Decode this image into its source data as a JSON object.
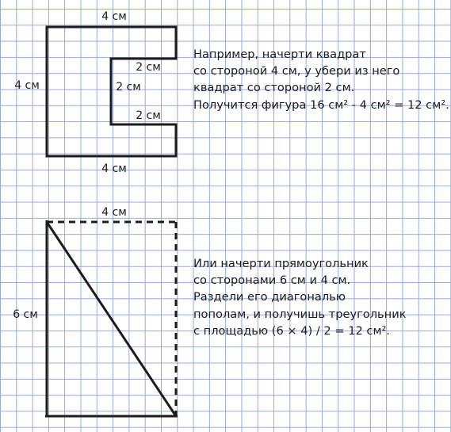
{
  "figure1": {
    "label_top": "4 см",
    "label_left": "4 см",
    "label_bottom": "4 см",
    "label_inner_top": "2 см",
    "label_inner_side": "2 см",
    "label_inner_bottom": "2 см"
  },
  "figure2": {
    "label_top": "4 см",
    "label_left": "6 см"
  },
  "note1": {
    "lines": [
      "Например, начерти квадрат",
      "со стороной 4 см, у убери из него",
      "квадрат со стороной 2 см.",
      "Получится фигура 16 см² - 4 см² = 12 см²."
    ]
  },
  "note2": {
    "lines": [
      "Или начерти прямоугольник",
      "со сторонами 6 см и 4 см.",
      "Раздели его диагональю",
      "пополам, и получишь треугольник",
      "с площадью (6 × 4) / 2 = 12 см²."
    ]
  },
  "colors": {
    "grid": "#93a9df",
    "ink": "#1c1c1c"
  }
}
